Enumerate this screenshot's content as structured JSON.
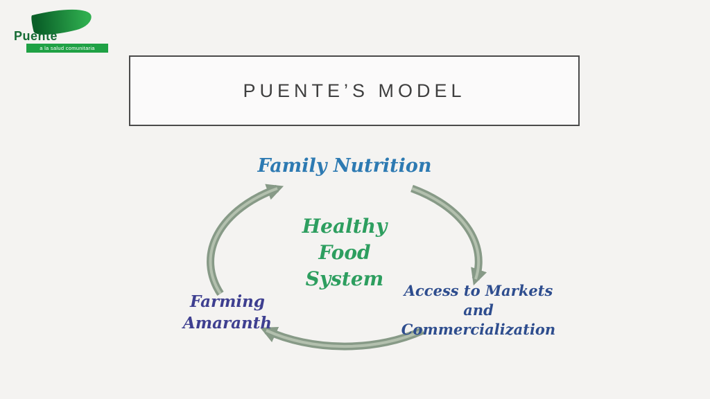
{
  "logo": {
    "wordmark": "Puente",
    "tagline": "a la salud comunitaria",
    "wordmark_color": "#156b34",
    "leaf_color_dark": "#0a5f28",
    "leaf_color_light": "#2fae4f",
    "tagline_bg": "#1fa145"
  },
  "header": {
    "title": "PUENTE’S MODEL"
  },
  "diagram": {
    "arrow_color": "#879a87",
    "arrow_highlight": "#b3c0ae",
    "center": {
      "color": "#2d9e5f",
      "lines": [
        "Healthy",
        "Food",
        "System"
      ]
    },
    "nodes": {
      "top": {
        "color": "#2d7ab2",
        "label": "Family Nutrition"
      },
      "right": {
        "color": "#2e4d8e",
        "lines": [
          "Access to Markets",
          "and",
          "Commercialization"
        ]
      },
      "left": {
        "color": "#3e3f90",
        "lines": [
          "Farming",
          "Amaranth"
        ]
      }
    }
  }
}
